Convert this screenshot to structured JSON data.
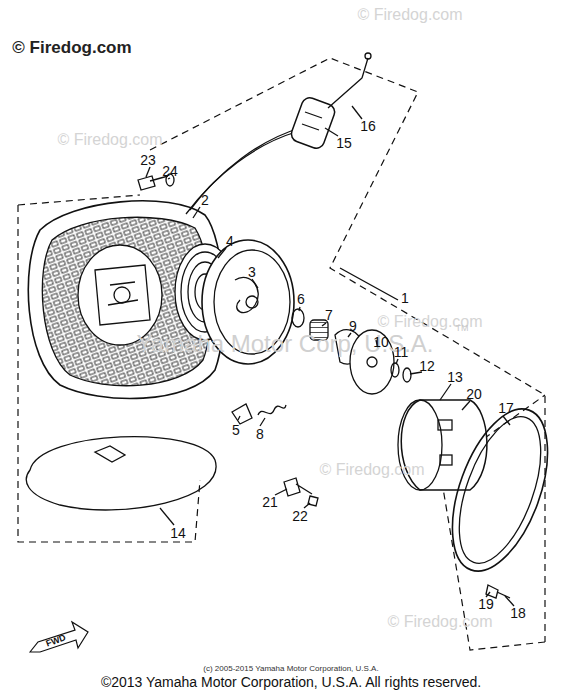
{
  "diagram": {
    "labels": [
      "© Firedog.com",
      "© Firedog.com",
      "© Firedog.com",
      "© Firedog.com",
      "© Firedog.com",
      "© Firedog.com",
      "Yamaha Motor Corp, U.S.A.",
      "TM",
      "1",
      "2",
      "3",
      "4",
      "5",
      "6",
      "7",
      "8",
      "9",
      "10",
      "11",
      "12",
      "13",
      "14",
      "15",
      "16",
      "17",
      "18",
      "19",
      "20",
      "21",
      "22",
      "23",
      "24",
      "FWD",
      "(c) 2005-2015 Yamaha Motor Corporation, U.S.A.",
      "©2013 Yamaha Motor Corporation, U.S.A. All rights reserved."
    ]
  }
}
